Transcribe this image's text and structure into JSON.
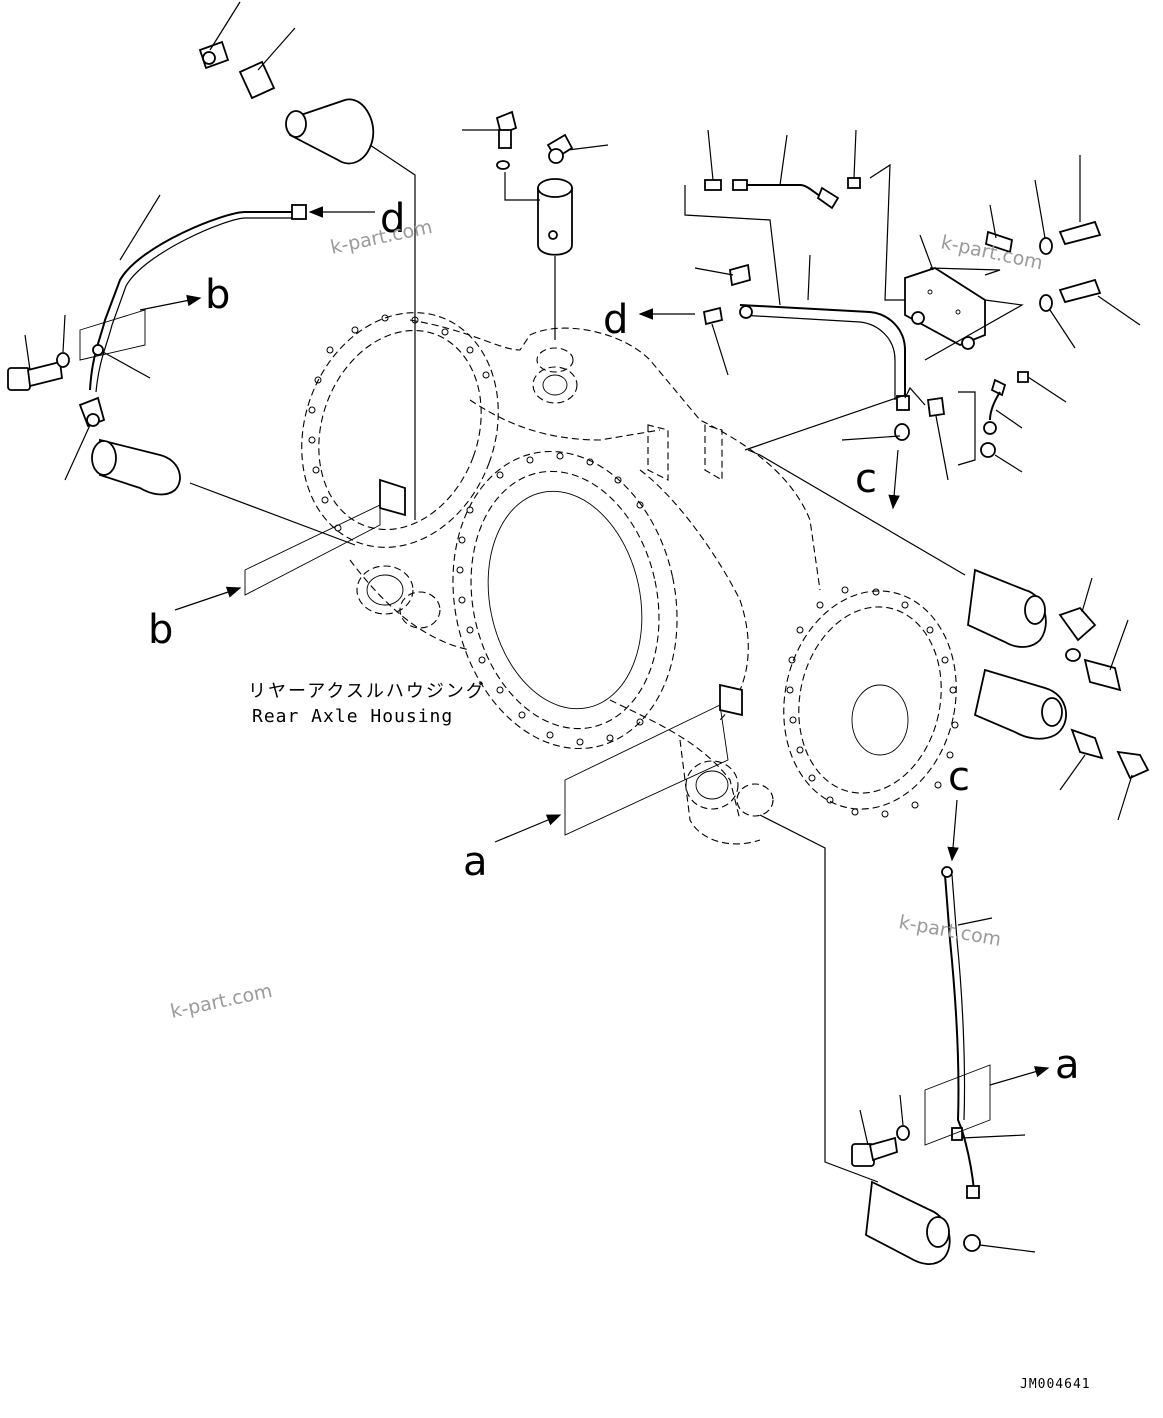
{
  "housing_label": {
    "japanese": "リヤーアクスルハウジング",
    "english": "Rear Axle Housing"
  },
  "callouts": {
    "a": "a",
    "b": "b",
    "c": "c",
    "d": "d"
  },
  "drawing_code": "JM004641",
  "watermark": "k-part.com"
}
